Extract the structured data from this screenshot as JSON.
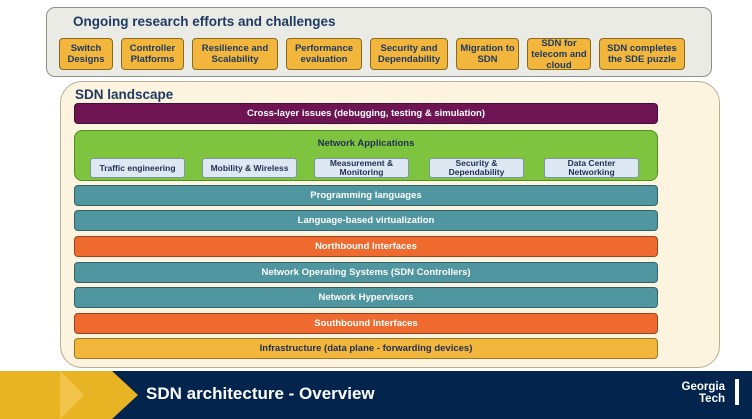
{
  "research": {
    "title": "Ongoing research efforts and challenges",
    "items": [
      "Switch Designs",
      "Controller Platforms",
      "Resilience and Scalability",
      "Performance evaluation",
      "Security and Dependability",
      "Migration to SDN",
      "SDN for telecom and cloud",
      "SDN completes the SDE puzzle"
    ]
  },
  "landscape": {
    "title": "SDN landscape",
    "cross_layer": "Cross-layer issues (debugging, testing & simulation)",
    "apps_title": "Network Applications",
    "apps": [
      "Traffic engineering",
      "Mobility & Wireless",
      "Measurement & Monitoring",
      "Security & Dependability",
      "Data Center Networking"
    ],
    "layers": [
      "Programming languages",
      "Language-based virtualization",
      "Northbound Interfaces",
      "Network Operating Systems (SDN Controllers)",
      "Network Hypervisors",
      "Southbound Interfaces",
      "Infrastructure (data plane - forwarding devices)"
    ]
  },
  "footer": {
    "title": "SDN architecture - Overview",
    "logo_line1": "Georgia",
    "logo_line2": "Tech"
  },
  "colors": {
    "purple": "#6e1453",
    "green": "#7ec43e",
    "teal": "#4f96a0",
    "orange": "#ee6a2e",
    "gold": "#f2b63d",
    "navy": "#03244d"
  }
}
